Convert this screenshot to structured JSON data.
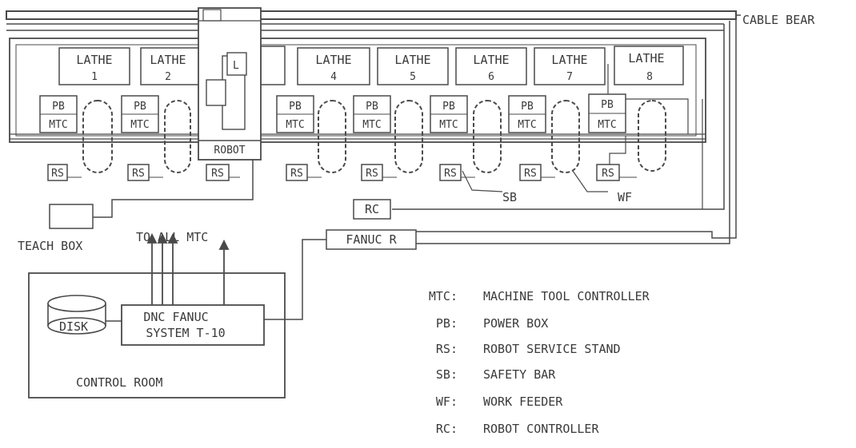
{
  "labels": {
    "cable_bear": "CABLE BEAR",
    "robot": "ROBOT",
    "teach_box": "TEACH BOX",
    "to_all_mtc": "TO ALL MTC",
    "fanuc_r": "FANUC R",
    "rc": "RC",
    "sb": "SB",
    "wf": "WF",
    "disk": "DISK",
    "dnc_line1": "DNC FANUC",
    "dnc_line2": "SYSTEM T-10",
    "control_room": "CONTROL ROOM"
  },
  "lathes": [
    {
      "name": "LATHE",
      "num": "1"
    },
    {
      "name": "LATHE",
      "num": "2"
    },
    {
      "name": "LATHE",
      "num": "4"
    },
    {
      "name": "LATHE",
      "num": "5"
    },
    {
      "name": "LATHE",
      "num": "6"
    },
    {
      "name": "LATHE",
      "num": "7"
    },
    {
      "name": "LATHE",
      "num": "8"
    }
  ],
  "power_box_label": "PB",
  "mtc_label": "MTC",
  "rs_label": "RS",
  "legend": [
    {
      "abbr": "MTC:",
      "text": "MACHINE TOOL CONTROLLER"
    },
    {
      "abbr": "PB:",
      "text": "POWER BOX"
    },
    {
      "abbr": "RS:",
      "text": "ROBOT SERVICE STAND"
    },
    {
      "abbr": "SB:",
      "text": "SAFETY BAR"
    },
    {
      "abbr": "WF:",
      "text": "WORK FEEDER"
    },
    {
      "abbr": "RC:",
      "text": "ROBOT CONTROLLER"
    }
  ]
}
